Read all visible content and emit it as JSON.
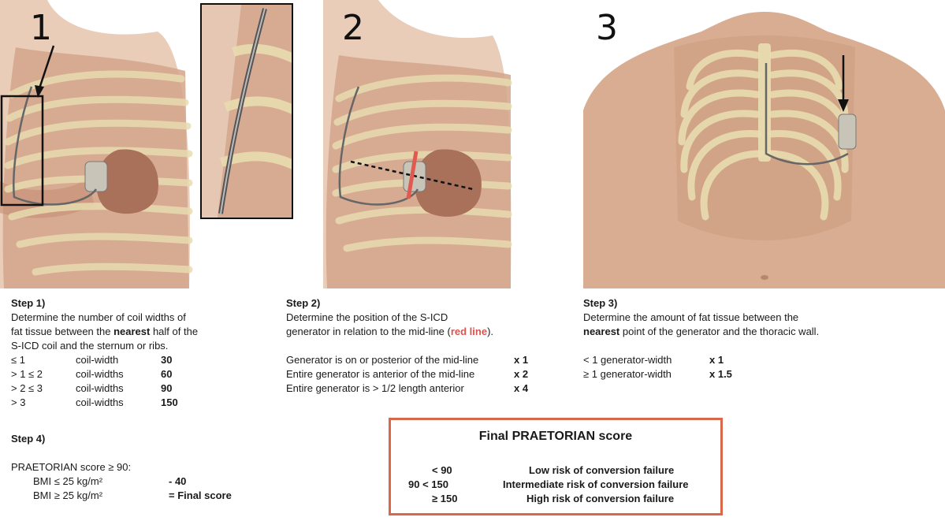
{
  "panels": [
    {
      "number": "1"
    },
    {
      "number": "2"
    },
    {
      "number": "3"
    }
  ],
  "step1": {
    "heading": "Step 1)",
    "line1": "Determine the number of coil widths of",
    "line2_pre": "fat tissue between the ",
    "line2_bold": "nearest",
    "line2_post": " half of the",
    "line3": "S-ICD coil and the sternum or ribs.",
    "rows": [
      {
        "range": "≤ 1",
        "unit": "coil-width",
        "score": "30"
      },
      {
        "range": "> 1 ≤ 2",
        "unit": "coil-widths",
        "score": "60"
      },
      {
        "range": "> 2 ≤ 3",
        "unit": "coil-widths",
        "score": "90"
      },
      {
        "range": "> 3",
        "unit": "coil-widths",
        "score": "150"
      }
    ]
  },
  "step2": {
    "heading": "Step 2)",
    "line1": "Determine the position of the S-ICD",
    "line2_pre": "generator in relation to the mid-line (",
    "line2_red": "red line",
    "line2_post": ").",
    "rows": [
      {
        "text": "Generator is on or posterior of the mid-line",
        "mult": "x 1"
      },
      {
        "text": "Entire generator is anterior of the mid-line",
        "mult": "x 2"
      },
      {
        "text": "Entire generator is > 1/2 length anterior",
        "mult": "x 4"
      }
    ]
  },
  "step3": {
    "heading": "Step 3)",
    "line1": "Determine the amount of fat tissue between the",
    "line2_bold": "nearest",
    "line2_post": " point of the generator and the thoracic wall.",
    "rows": [
      {
        "text": "< 1 generator-width",
        "mult": "x 1"
      },
      {
        "text": "≥ 1 generator-width",
        "mult": "x 1.5"
      }
    ]
  },
  "step4": {
    "heading": "Step 4)",
    "line1": "PRAETORIAN score  ≥ 90:",
    "rows": [
      {
        "text": "BMI ≤ 25 kg/m²",
        "value": "- 40"
      },
      {
        "text": "BMI ≥ 25 kg/m²",
        "value": "= Final score"
      }
    ]
  },
  "final": {
    "title": "Final PRAETORIAN score",
    "rows": [
      {
        "range": "< 90",
        "risk": "Low risk of conversion failure"
      },
      {
        "range": "90 < 150",
        "risk": "Intermediate risk of conversion failure"
      },
      {
        "range": "≥ 150",
        "risk": "High risk of conversion failure"
      }
    ]
  },
  "colors": {
    "accent_red": "#d9534f",
    "box_border": "#d9684a",
    "skin": "#d9ad92",
    "bone": "#e8dcb0",
    "device": "#c9c4b8"
  }
}
